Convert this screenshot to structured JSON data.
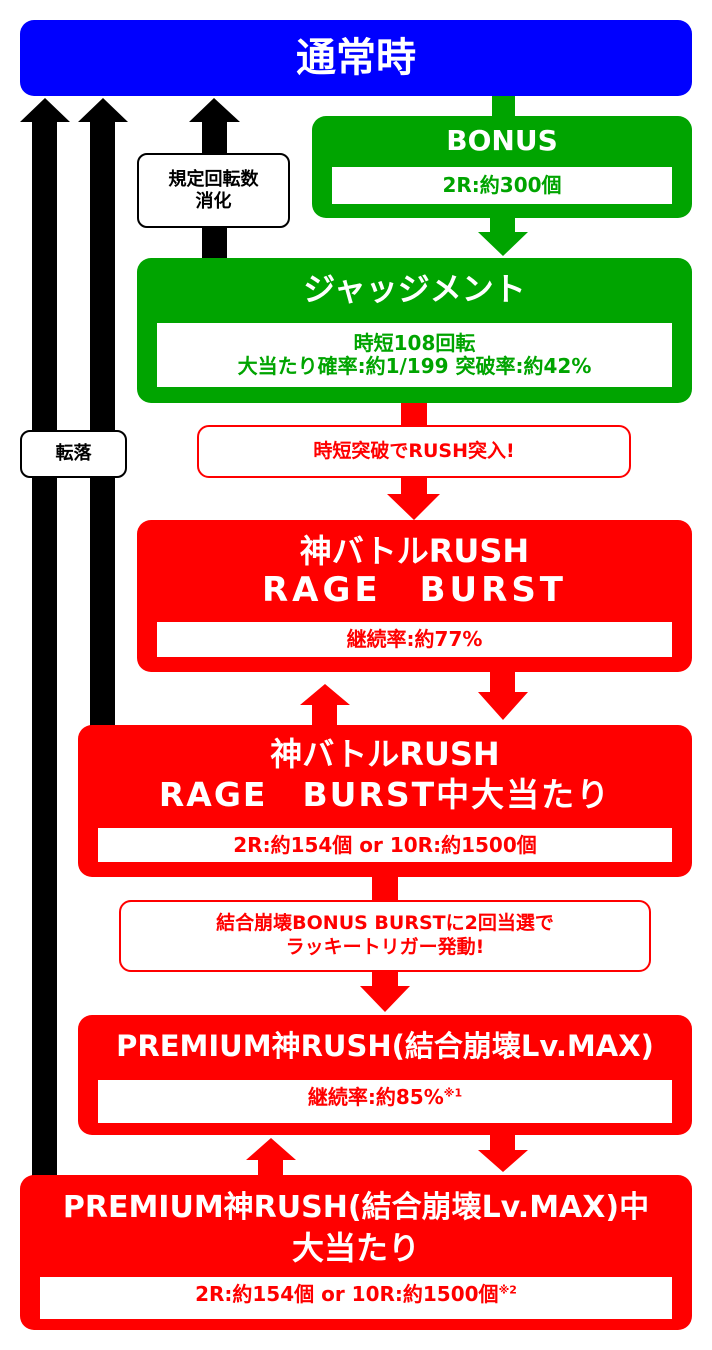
{
  "colors": {
    "normal": "#0000ff",
    "bonus": "#00a400",
    "rush": "#ff0000",
    "return": "#000000"
  },
  "normal": {
    "title": "通常時"
  },
  "bonus": {
    "title": "BONUS",
    "detail": "2R:約300個"
  },
  "judgment": {
    "title": "ジャッジメント",
    "line1": "時短108回転",
    "line2": "大当たり確率:約1/199 突破率:約42%"
  },
  "labels": {
    "spin_limit_line1": "規定回転数",
    "spin_limit_line2": "消化",
    "fall": "転落"
  },
  "callouts": {
    "rush_entry": "時短突破でRUSH突入!",
    "lucky_line1": "結合崩壊BONUS BURSTに2回当選で",
    "lucky_line2": "ラッキートリガー発動!"
  },
  "rush": {
    "title_line1": "神バトルRUSH",
    "title_line2": "RAGE　BURST",
    "detail": "継続率:約77%"
  },
  "rush_hit": {
    "title_line1": "神バトルRUSH",
    "title_line2": "RAGE　BURST中大当たり",
    "detail": "2R:約154個 or 10R:約1500個"
  },
  "premium": {
    "title": "PREMIUM神RUSH(結合崩壊Lv.MAX)",
    "detail": "継続率:約85%",
    "note": "※1"
  },
  "premium_hit": {
    "title_line1": "PREMIUM神RUSH(結合崩壊Lv.MAX)中",
    "title_line2": "大当たり",
    "detail": "2R:約154個 or 10R:約1500個",
    "note": "※2"
  }
}
